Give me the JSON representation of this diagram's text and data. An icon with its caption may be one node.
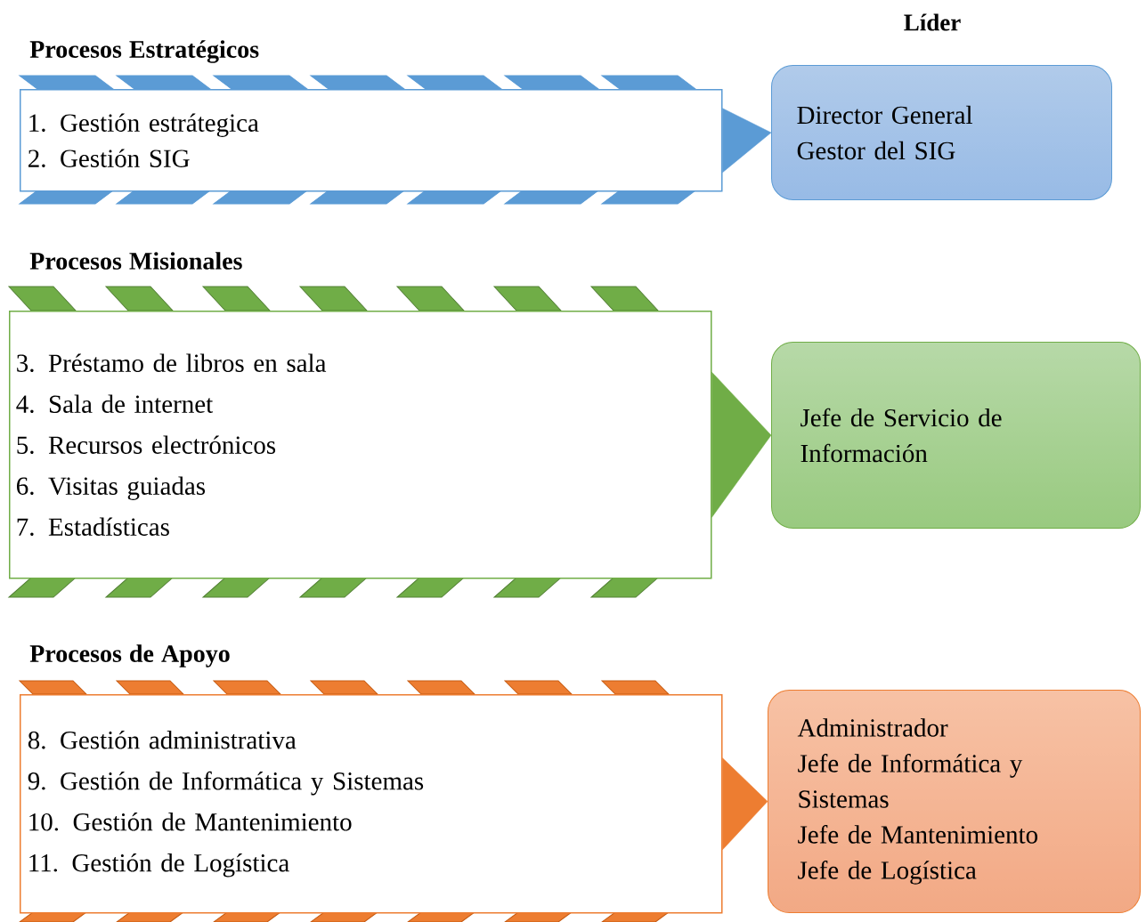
{
  "diagram": {
    "nodes": [
      {
        "text": [
          "Procesos Estratégicos",
          "1. Gestión estrátegica",
          "2. Gestión SIG"
        ]
      },
      {
        "text": [
          "Director General",
          "Gestor del SIG"
        ]
      },
      {
        "text": [
          "Procesos Misionales",
          "3. Préstamo de libros en sala",
          "4. Sala de internet",
          "5. Recursos electrónicos",
          "6. Visitas guiadas",
          "7. Estadísticas"
        ]
      },
      {
        "text": [
          "Jefe de Servicio de Información"
        ]
      },
      {
        "text": [
          "Procesos de Apoyo",
          "8. Gestión administrativa",
          "9. Gestión de Informática y Sistemas",
          "10. Gestión de Mantenimiento",
          "11. Gestión de Logística"
        ]
      },
      {
        "text": [
          "Administrador",
          "Jefe de Informática y Sistemas",
          "Jefe de Mantenimiento",
          "Jefe de Logística"
        ]
      }
    ],
    "edges": [
      {
        "from": 0,
        "to": 1,
        "arrow": "to",
        "color": "#5b9bd5"
      },
      {
        "from": 2,
        "to": 3,
        "arrow": "to",
        "color": "#70ad47"
      },
      {
        "from": 4,
        "to": 5,
        "arrow": "to",
        "color": "#ed7d31"
      }
    ],
    "labels": [
      "Líder"
    ]
  }
}
